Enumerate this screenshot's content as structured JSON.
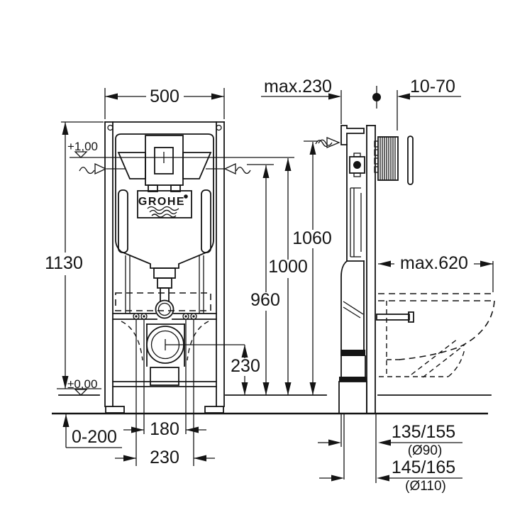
{
  "drawing": {
    "brand": "GROHE",
    "front_view": {
      "width_top": "500",
      "height_left": "1130",
      "level_plus": "+1,00",
      "level_zero": "±0,00",
      "foot_adjust": "0-200",
      "fixing_inner": "180",
      "fixing_outer": "230",
      "outlet_height": "230"
    },
    "side_view": {
      "wall_distance_max": "max.230",
      "cladding_range": "10-70",
      "height_a": "1060",
      "height_b": "1000",
      "height_c": "960",
      "depth_max": "max.620",
      "drain_offset_small": "135/155",
      "drain_dia_small": "(Ø90)",
      "drain_offset_large": "145/165",
      "drain_dia_large": "(Ø110)"
    }
  }
}
